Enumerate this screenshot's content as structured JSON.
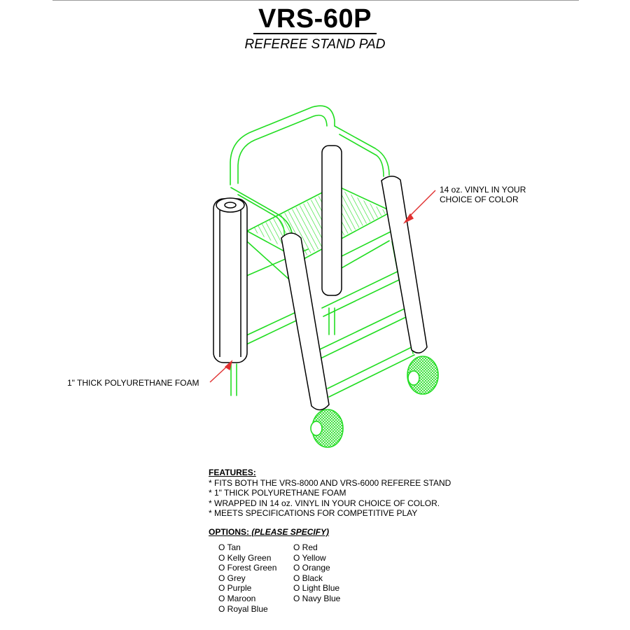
{
  "header": {
    "title": "VRS-60P",
    "subtitle": "REFEREE STAND PAD"
  },
  "callouts": {
    "vinyl_line1": "14 oz. VINYL IN YOUR",
    "vinyl_line2": "CHOICE OF COLOR",
    "foam": "1\" THICK POLYURETHANE FOAM"
  },
  "colors": {
    "drawing_line": "#22dd22",
    "pad_line": "#000000",
    "leader_arrow": "#e03030"
  },
  "features": {
    "heading": "FEATURES:",
    "items": [
      "* FITS BOTH THE VRS-8000 AND VRS-6000 REFEREE STAND",
      "* 1\" THICK POLYURETHANE FOAM",
      "* WRAPPED IN 14 oz. VINYL IN YOUR CHOICE OF COLOR.",
      "* MEETS SPECIFICATIONS FOR COMPETITIVE PLAY"
    ]
  },
  "options": {
    "heading": "OPTIONS:",
    "heading_note": "(PLEASE SPECIFY)",
    "left": [
      "O Tan",
      "O Kelly Green",
      "O Forest Green",
      "O Grey",
      "O Purple",
      "O Maroon",
      "O Royal Blue"
    ],
    "right": [
      "O Red",
      "O Yellow",
      "O Orange",
      "O Black",
      "O Light Blue",
      "O Navy Blue"
    ]
  }
}
